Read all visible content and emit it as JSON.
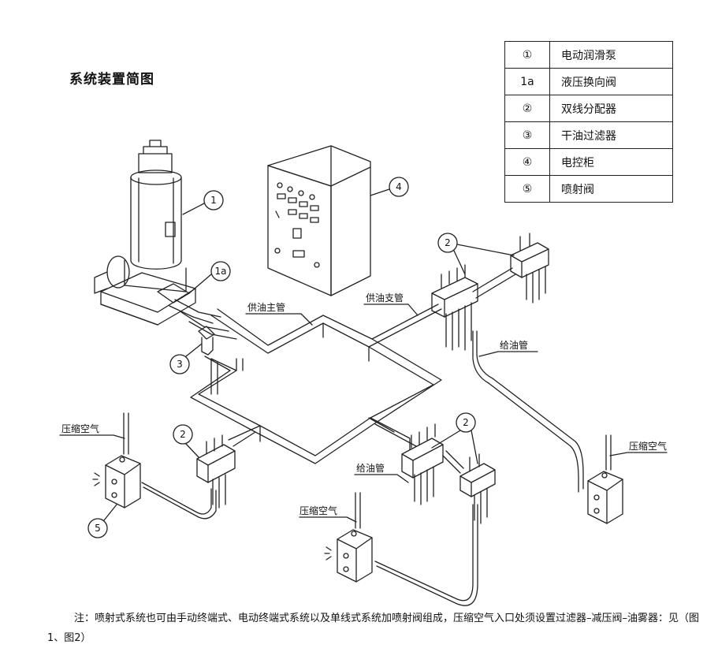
{
  "title": "系统装置简图",
  "legend": [
    {
      "num": "①",
      "name": "电动润滑泵"
    },
    {
      "num": "1a",
      "name": "液压换向阀"
    },
    {
      "num": "②",
      "name": "双线分配器"
    },
    {
      "num": "③",
      "name": "干油过滤器"
    },
    {
      "num": "④",
      "name": "电控柜"
    },
    {
      "num": "⑤",
      "name": "喷射阀"
    }
  ],
  "callouts": {
    "c1": "1",
    "c1a": "1a",
    "c2a": "2",
    "c2b": "2",
    "c2c": "2",
    "c3": "3",
    "c4": "4",
    "c5": "5"
  },
  "labels": {
    "main_pipe": "供油主管",
    "branch_pipe": "供油支管",
    "feed_pipe_1": "给油管",
    "feed_pipe_2": "给油管",
    "air_1": "压缩空气",
    "air_2": "压缩空气",
    "air_3": "压缩空气"
  },
  "note": "注：喷射式系统也可由手动终端式、电动终端式系统以及单线式系统加喷射阀组成，压缩空气入口处须设置过滤器–减压阀–油雾器：见（图1、图2）"
}
